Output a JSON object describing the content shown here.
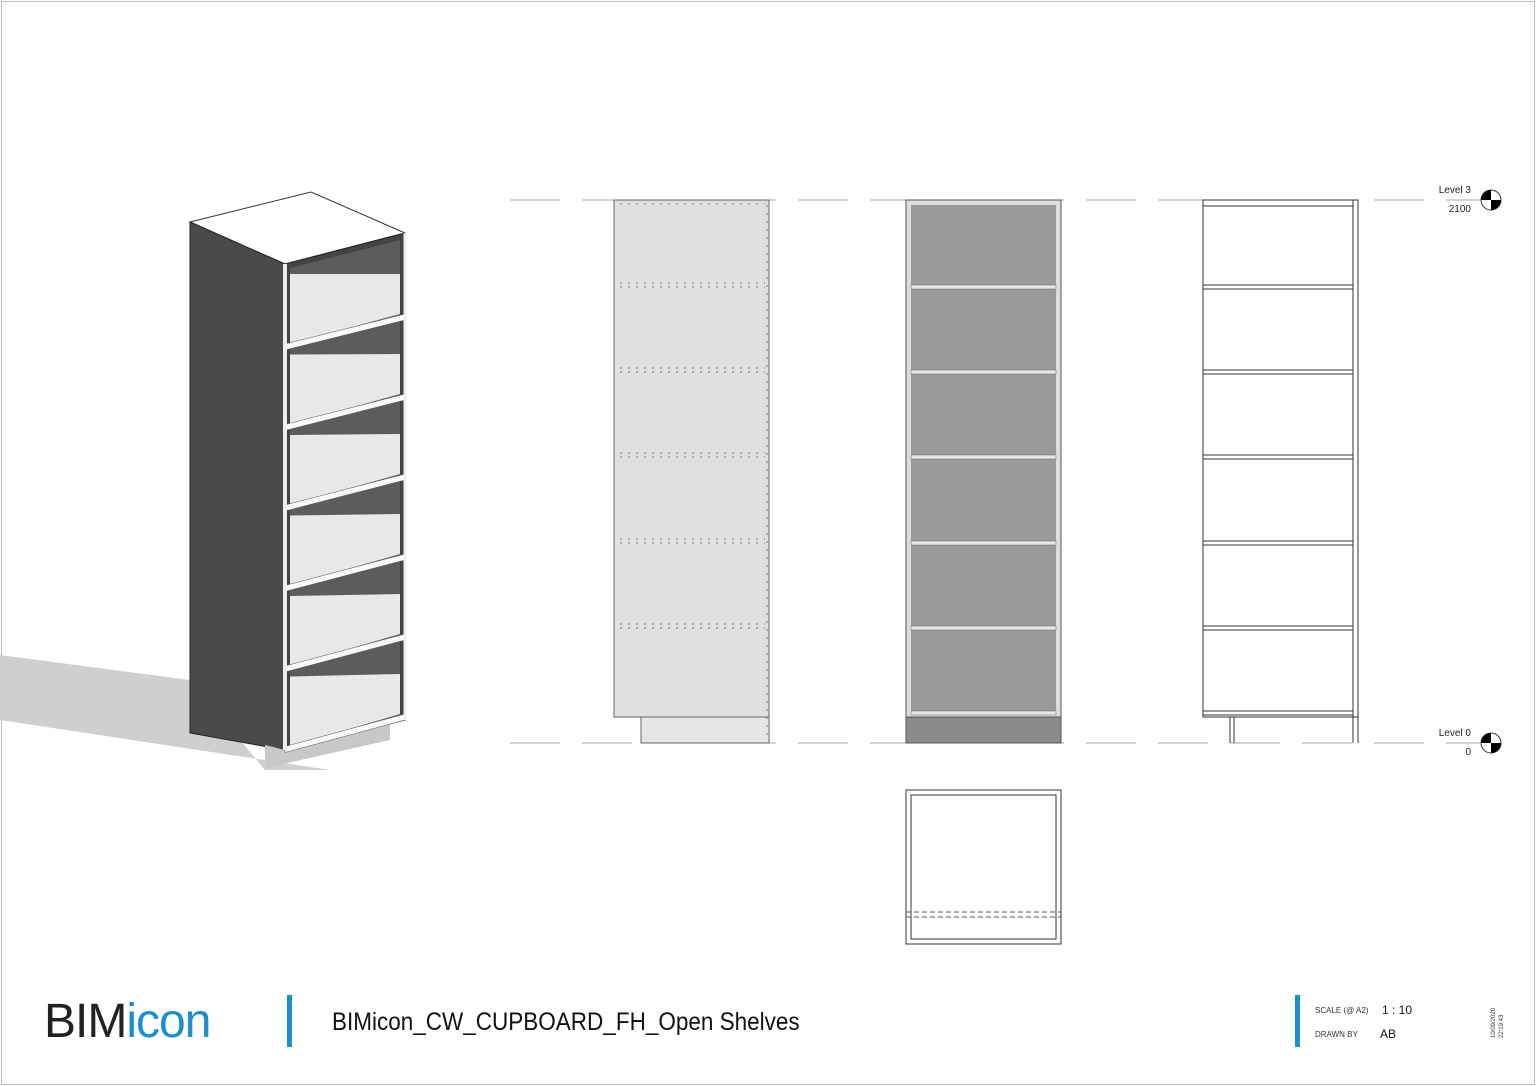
{
  "levels": [
    {
      "name": "Level 3",
      "value": "2100"
    },
    {
      "name": "Level 0",
      "value": "0"
    }
  ],
  "title_block": {
    "logo_part1": "BIM",
    "logo_part2": "icon",
    "drawing_title": "BIMicon_CW_CUPBOARD_FH_Open Shelves",
    "scale_label": "SCALE (@ A2)",
    "scale_value": "1 : 10",
    "drawn_by_label": "DRAWN BY",
    "drawn_by_value": "AB",
    "date": "10/09/2020",
    "time": "22:19:43"
  },
  "colors": {
    "accent": "#1a8fd0",
    "cabinet_side": "#4a4a4a",
    "back_panel": "#9a9a9a",
    "panel_face": "#e0e0e0"
  }
}
